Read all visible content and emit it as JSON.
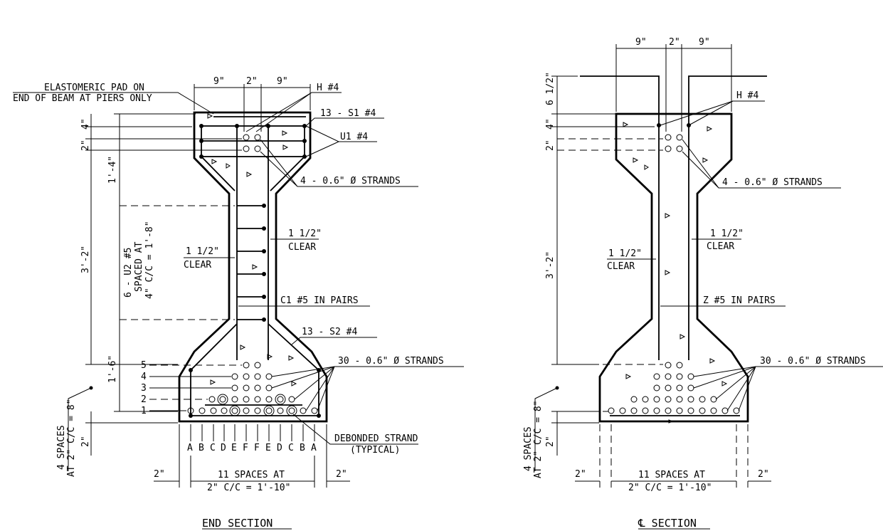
{
  "end_section": {
    "title": "END SECTION",
    "pad_label_line1": "ELASTOMERIC PAD ON",
    "pad_label_line2": "END OF BEAM AT PIERS ONLY",
    "dim_top_left": "9\"",
    "dim_top_mid": "2\"",
    "dim_top_right": "9\"",
    "h_bar": "H #4",
    "s1_bar": "13 - S1 #4",
    "u1_bar": "U1 #4",
    "strands_top": "4 - 0.6\" Ø STRANDS",
    "dim_4": "4\"",
    "dim_2": "2\"",
    "dim_1_4": "1'-4\"",
    "dim_3_2": "3'-2\"",
    "dim_1_6": "1'-6\"",
    "u2_line1": "6 - U2 #5",
    "u2_line2": "SPACED AT",
    "u2_line3": "4\" C/C = 1'-8\"",
    "clear_right_frac": "1 1/2\"",
    "clear_right": "CLEAR",
    "clear_left_frac": "1 1/2\"",
    "clear_left": "CLEAR",
    "c1_bar": "C1 #5 IN PAIRS",
    "s2_bar": "13 - S2 #4",
    "strands_bottom": "30 - 0.6\" Ø STRANDS",
    "row_labels": [
      "5",
      "4",
      "3",
      "2",
      "1"
    ],
    "spaces_vert_line1": "4 SPACES",
    "spaces_vert_line2": "AT 2\" C/C = 8\"",
    "dim_bottom_2": "2\"",
    "column_labels": [
      "A",
      "B",
      "C",
      "D",
      "E",
      "F",
      "F",
      "E",
      "D",
      "C",
      "B",
      "A"
    ],
    "debond_line1": "DEBONDED STRAND",
    "debond_line2": "(TYPICAL)",
    "dim_left_2": "2\"",
    "dim_right_2": "2\"",
    "spaces_horiz_line1": "11 SPACES AT",
    "spaces_horiz_line2": "2\" C/C = 1'-10\""
  },
  "cl_section": {
    "title": "℄ SECTION",
    "dim_top_left": "9\"",
    "dim_top_mid": "2\"",
    "dim_top_right": "9\"",
    "dim_6_half": "6 1/2\"",
    "dim_4": "4\"",
    "dim_2": "2\"",
    "h_bar": "H #4",
    "strands_top": "4 - 0.6\" Ø STRANDS",
    "dim_3_2": "3'-2\"",
    "clear_right_frac": "1 1/2\"",
    "clear_right": "CLEAR",
    "clear_left_frac": "1 1/2\"",
    "clear_left": "CLEAR",
    "z_bar": "Z #5 IN PAIRS",
    "strands_bottom": "30 - 0.6\" Ø STRANDS",
    "spaces_vert_line1": "4 SPACES",
    "spaces_vert_line2": "AT 2\" C/C = 8\"",
    "dim_bottom_2": "2\"",
    "dim_left_2": "2\"",
    "dim_right_2": "2\"",
    "spaces_horiz_line1": "11 SPACES AT",
    "spaces_horiz_line2": "2\" C/C = 1'-10\""
  }
}
